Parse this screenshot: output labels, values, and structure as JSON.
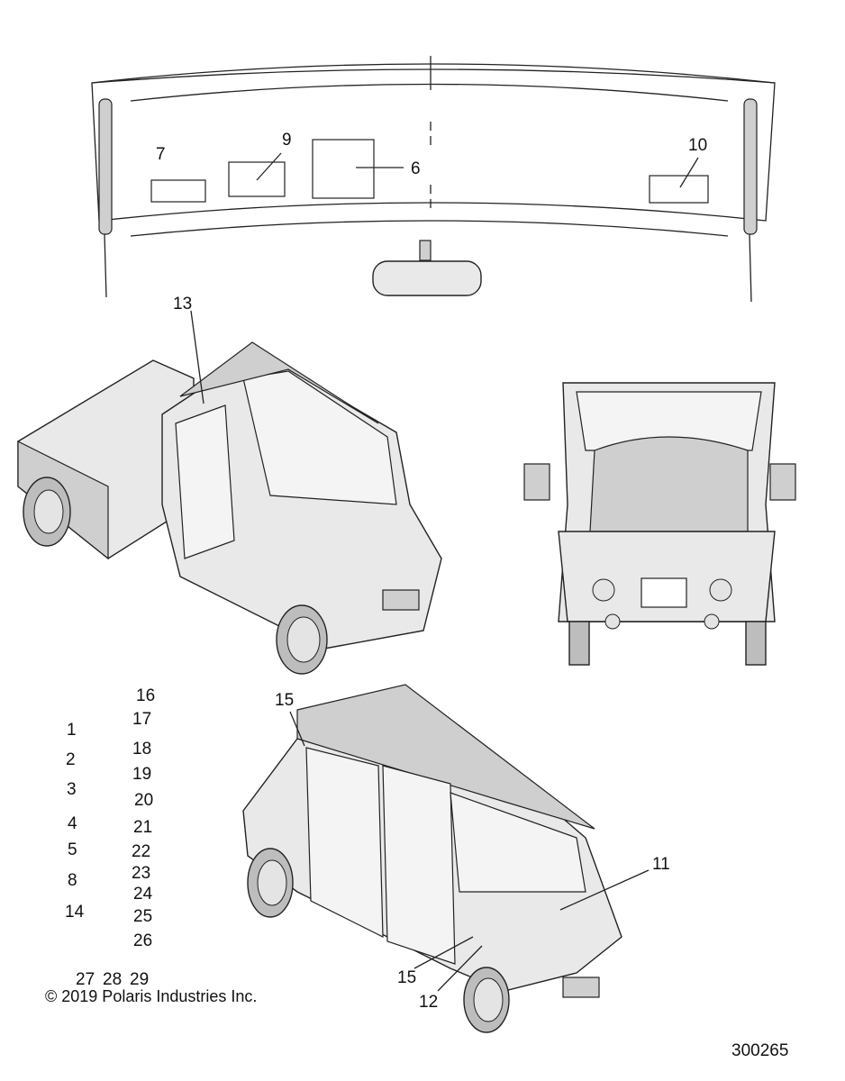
{
  "callouts": {
    "decal_7": "7",
    "decal_9": "9",
    "decal_6": "6",
    "decal_10": "10",
    "cab_13": "13",
    "roof_15_top": "15",
    "front_11": "11",
    "door_15_bottom": "15",
    "door_12": "12"
  },
  "parts_list": {
    "column1": [
      "1",
      "2",
      "3",
      "4",
      "5",
      "8",
      "14"
    ],
    "column2": [
      "16",
      "17",
      "18",
      "19",
      "20",
      "21",
      "22",
      "23",
      "24",
      "25",
      "26"
    ],
    "row_bottom": [
      "27",
      "28",
      "29"
    ]
  },
  "copyright": "© 2019 Polaris Industries Inc.",
  "diagram_number": "300265"
}
